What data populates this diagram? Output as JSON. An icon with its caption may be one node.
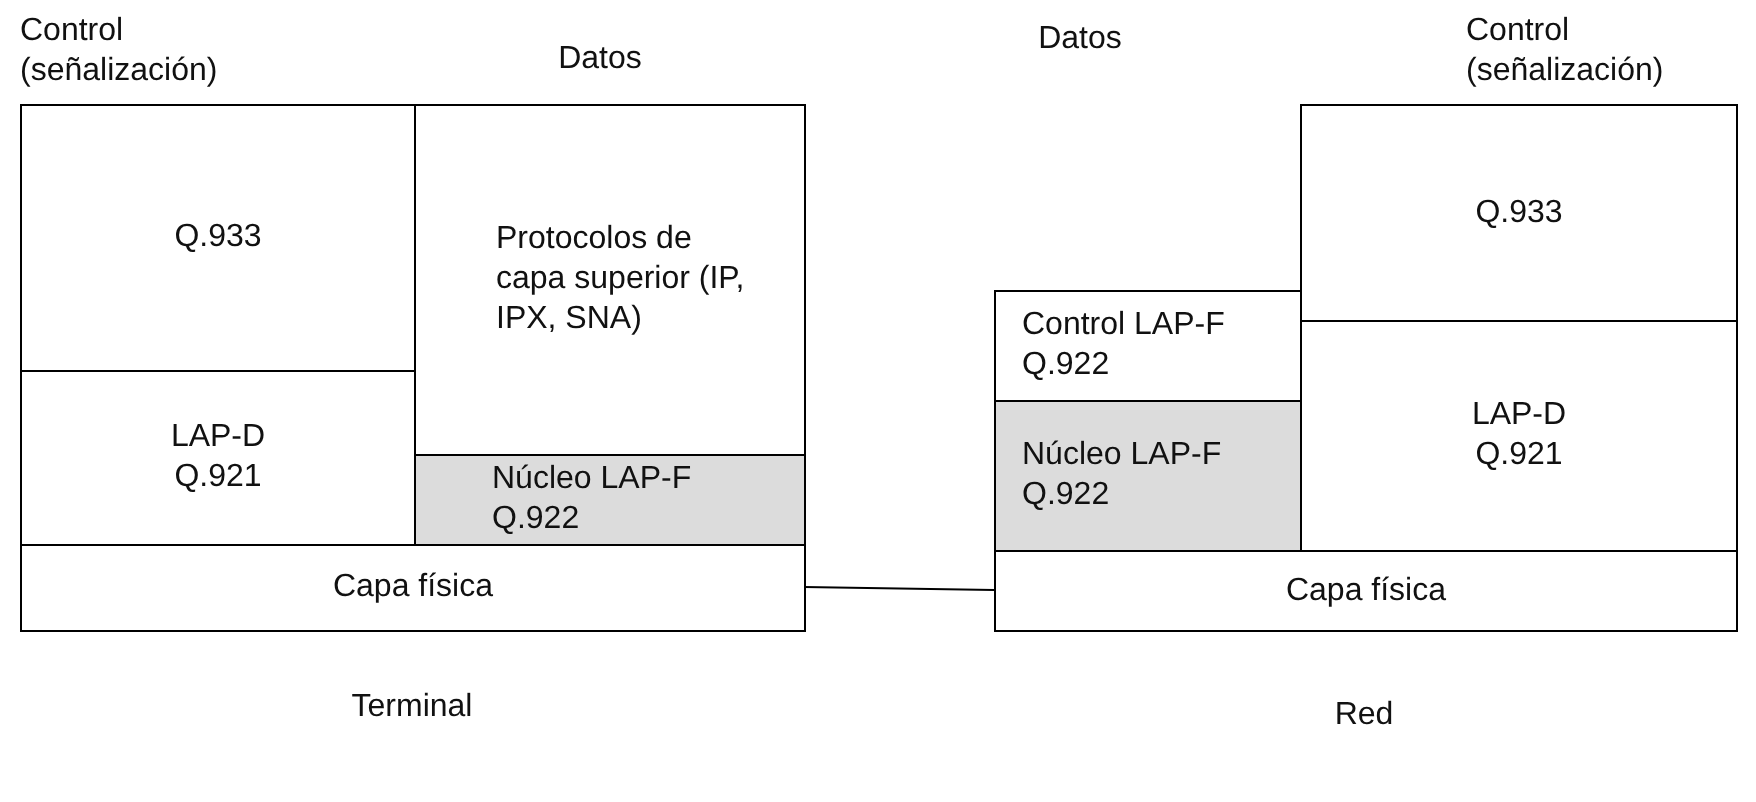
{
  "diagram": {
    "nodes": [
      {
        "text": [
          "Q.933"
        ]
      },
      {
        "text": [
          "Protocolos de capa superior (IP, IPX, SNA)"
        ]
      },
      {
        "text": [
          "LAP-D Q.921"
        ]
      },
      {
        "text": [
          "Núcleo LAP-F Q.922"
        ]
      },
      {
        "text": [
          "Capa física"
        ]
      },
      {
        "text": [
          "Control LAP-F Q.922"
        ]
      },
      {
        "text": [
          "Q.933"
        ]
      },
      {
        "text": [
          "Núcleo LAP-F Q.922"
        ]
      },
      {
        "text": [
          "LAP-D Q.921"
        ]
      },
      {
        "text": [
          "Capa física"
        ]
      }
    ],
    "edges": [
      {
        "from": 4,
        "to": 9,
        "arrow": "none"
      }
    ],
    "labels": [
      "Control (señalización)",
      "Datos",
      "Datos",
      "Control (señalización)",
      "Terminal",
      "Red"
    ]
  }
}
